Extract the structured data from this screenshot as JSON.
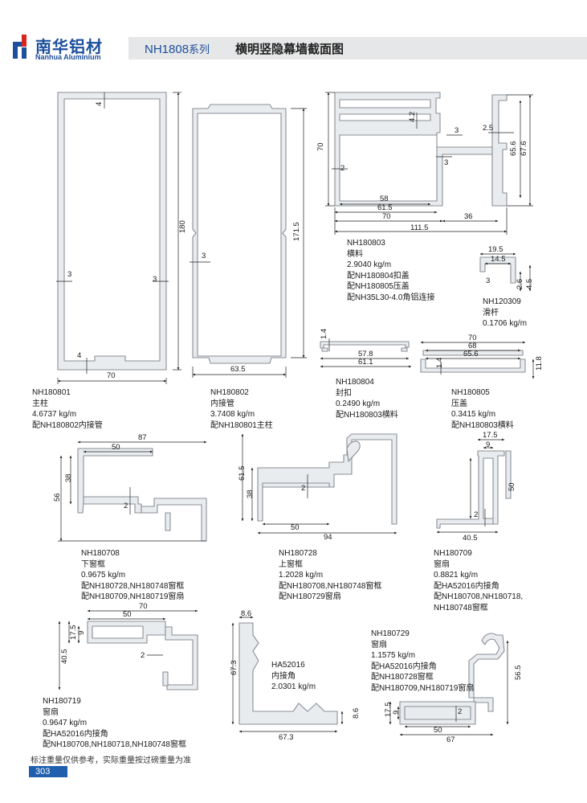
{
  "header": {
    "brand_cn": "南华铝材",
    "brand_en": "Nanhua Aluminium",
    "series_code": "NH1808",
    "series_suffix": "系列",
    "title": "横明竖隐幕墙截面图"
  },
  "products": [
    {
      "code": "NH180801",
      "name": "主柱",
      "weight": "4.6737 kg/m",
      "notes": [
        "配NH180802内接管"
      ]
    },
    {
      "code": "NH180802",
      "name": "内接管",
      "weight": "3.7408 kg/m",
      "notes": [
        "配NH180801主柱"
      ]
    },
    {
      "code": "NH180803",
      "name": "横料",
      "weight": "2.9040 kg/m",
      "notes": [
        "配NH180804扣盖",
        "配NH180805压盖",
        "配NH35L30-4.0角铝连接"
      ]
    },
    {
      "code": "NH120309",
      "name": "滑杆",
      "weight": "0.1706 kg/m",
      "notes": []
    },
    {
      "code": "NH180804",
      "name": "封扣",
      "weight": "0.2490 kg/m",
      "notes": [
        "配NH180803横料"
      ]
    },
    {
      "code": "NH180805",
      "name": "压盖",
      "weight": "0.3415 kg/m",
      "notes": [
        "配NH180803横料"
      ]
    },
    {
      "code": "NH180708",
      "name": "下窗框",
      "weight": "0.9675 kg/m",
      "notes": [
        "配NH180728,NH180748窗框",
        "配NH180709,NH180719窗扇"
      ]
    },
    {
      "code": "NH180728",
      "name": "上窗框",
      "weight": "1.2028 kg/m",
      "notes": [
        "配NH180708,NH180748窗框",
        "配NH180729窗扇"
      ]
    },
    {
      "code": "NH180709",
      "name": "窗扇",
      "weight": "0.8821 kg/m",
      "notes": [
        "配HA52016内接角",
        "配NH180708,NH180718,",
        "NH180748窗框"
      ]
    },
    {
      "code": "NH180719",
      "name": "窗扇",
      "weight": "0.9647 kg/m",
      "notes": [
        "配HA52016内接角",
        "配NH180708,NH180718,NH180748窗框"
      ]
    },
    {
      "code": "HA52016",
      "name": "内接角",
      "weight": "2.0301 kg/m",
      "notes": []
    },
    {
      "code": "NH180729",
      "name": "窗扇",
      "weight": "1.1575 kg/m",
      "notes": [
        "配HA52016内接角",
        "配NH180728窗框",
        "配NH180709,NH180719窗扇"
      ]
    }
  ],
  "dims": {
    "p801": {
      "wall_top": "4",
      "wall_left": "3",
      "wall_right": "3",
      "wall_bottom": "4",
      "height": "180",
      "width": "70"
    },
    "p802": {
      "wall": "3",
      "height": "171.5",
      "width": "63.5"
    },
    "p803": {
      "h70": "70",
      "d4_2": "4.2",
      "d3a": "3",
      "d2": "2",
      "d3b": "3",
      "d2_5": "2.5",
      "d65_6": "65.6",
      "d67_6": "67.6",
      "d58": "58",
      "d61_5": "61.5",
      "d70": "70",
      "d36": "36",
      "d111_5": "111.5"
    },
    "p309": {
      "d19_5": "19.5",
      "d14_5": "14.5",
      "d3": "3",
      "d2_6": "2.6",
      "d4_5": "4.5"
    },
    "p804": {
      "d1_4": "1.4",
      "d57_8": "57.8",
      "d61_1": "61.1"
    },
    "p805": {
      "d70": "70",
      "d68": "68",
      "d65_6": "65.6",
      "d1_4": "1.4",
      "d11_8": "11.8"
    },
    "p708": {
      "d87": "87",
      "d50": "50",
      "d38": "38",
      "d56": "56",
      "d2": "2"
    },
    "p728": {
      "d61_5": "61.5",
      "d38": "38",
      "d2": "2",
      "d50": "50",
      "d94": "94"
    },
    "p709": {
      "d17_5": "17.5",
      "d9": "9",
      "d50": "50",
      "d2": "2",
      "d40_5": "40.5"
    },
    "p719": {
      "d70": "70",
      "d50": "50",
      "d17_5": "17.5",
      "d9": "9",
      "d40_5": "40.5",
      "d2": "2"
    },
    "p016": {
      "d8_6a": "8.6",
      "d67_3a": "67.3",
      "d67_3b": "67.3",
      "d8_6b": "8.6"
    },
    "p729": {
      "d56_5": "56.5",
      "d17_5": "17.5",
      "d9": "9",
      "d2": "2",
      "d50": "50",
      "d67": "67"
    }
  },
  "footer": {
    "note": "标注重量仅供参考，实际重量按过磅重量为准",
    "page_number": "303"
  },
  "colors": {
    "brand_blue": "#1d4f9c",
    "header_band": "#e6e7e8",
    "profile_fill": "#e9ecef",
    "profile_stroke": "#8a8f96",
    "page_tab": "#1f5fae"
  }
}
